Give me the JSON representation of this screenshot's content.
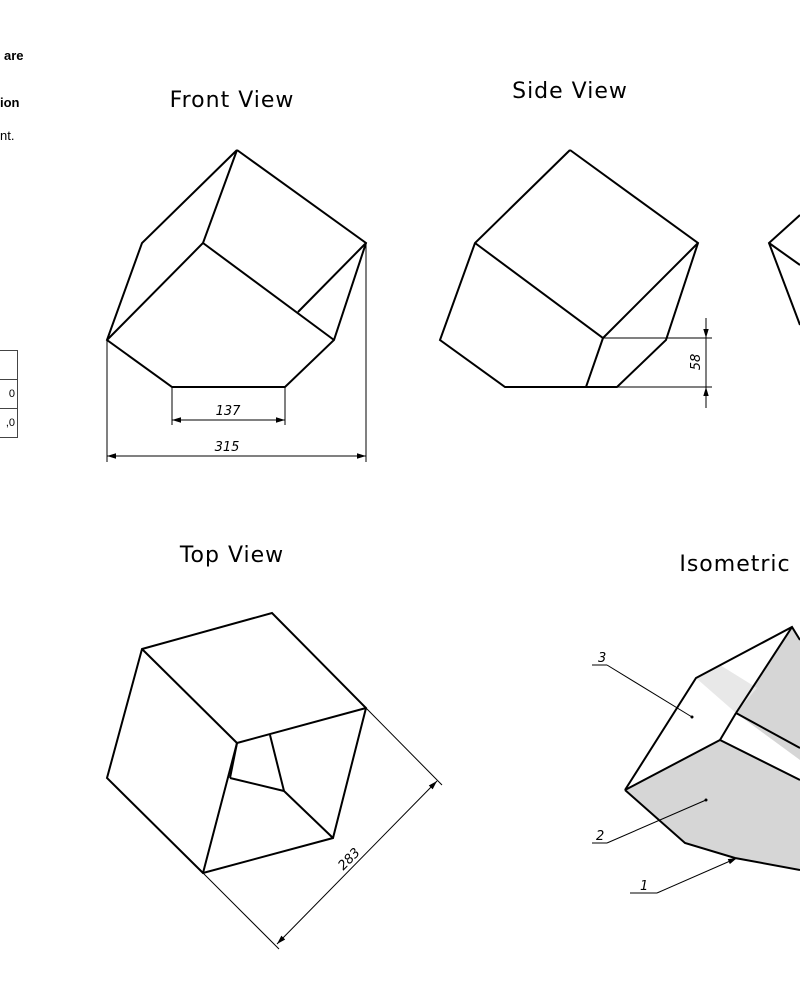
{
  "cutoff_text": {
    "line1": "are",
    "line2": "ion",
    "line3": "nt.",
    "table_rows": [
      "",
      "0",
      ",0"
    ]
  },
  "views": {
    "front": {
      "title": "Front View",
      "dim_inner": "137",
      "dim_outer": "315"
    },
    "side": {
      "title": "Side View",
      "dim_height": "58"
    },
    "top": {
      "title": "Top View",
      "dim_diag": "283"
    },
    "iso": {
      "title": "Isometric",
      "callouts": [
        "3",
        "2",
        "1"
      ]
    }
  },
  "colors": {
    "stroke": "#000000",
    "shade_light": "#e8e8e8",
    "shade_mid": "#d6d6d6",
    "paper": "#ffffff"
  }
}
